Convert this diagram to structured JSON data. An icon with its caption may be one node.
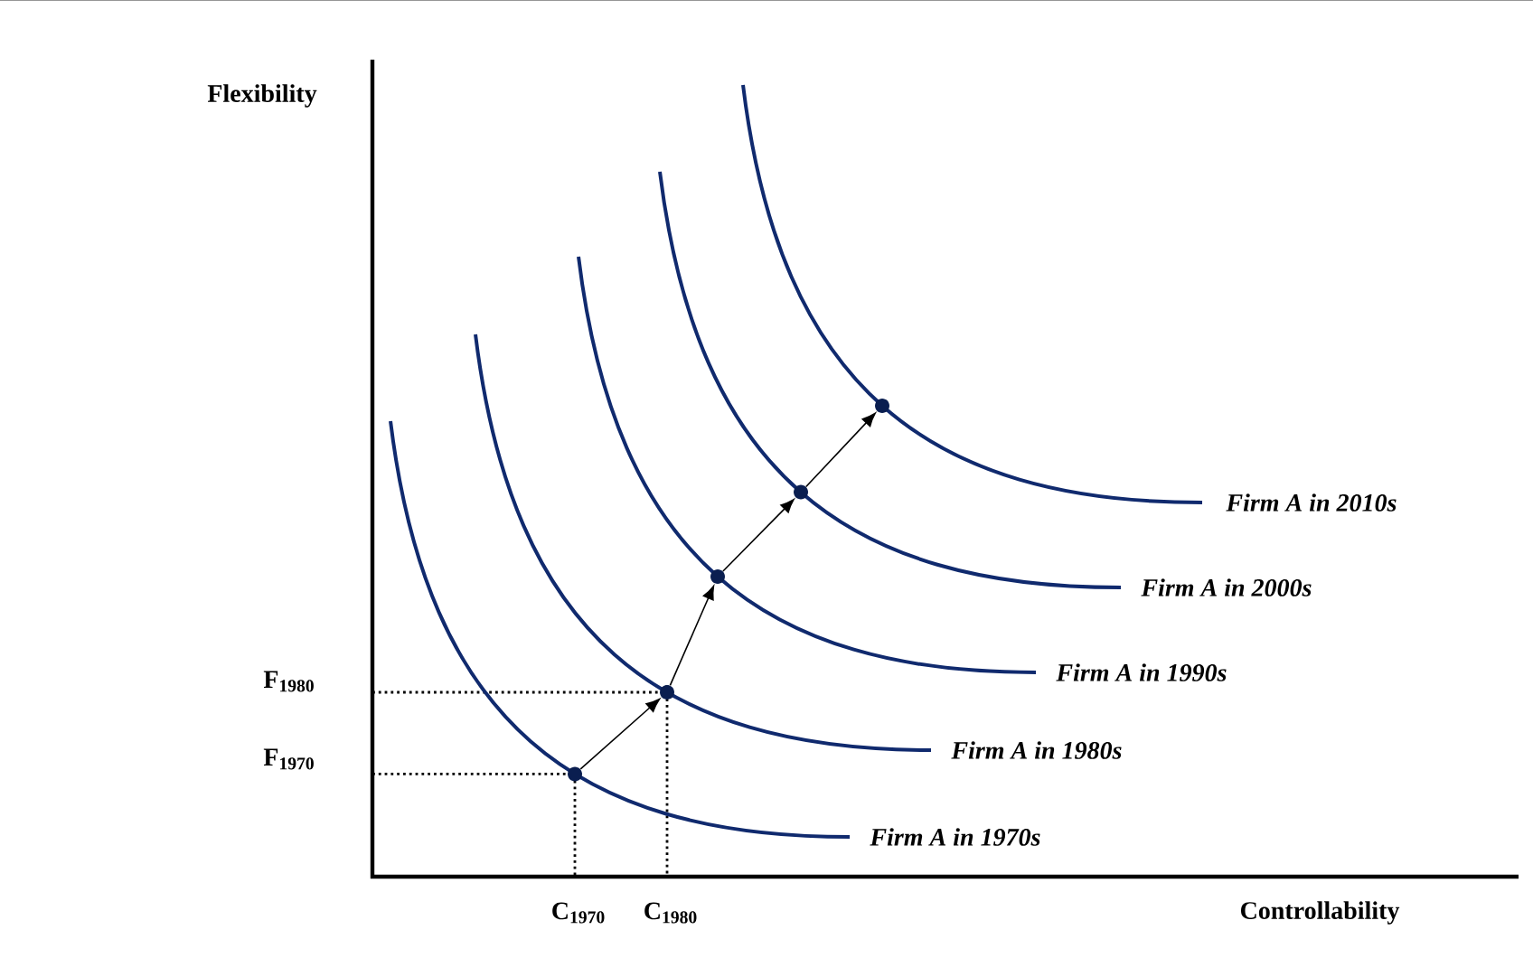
{
  "diagram": {
    "nodes": [
      {
        "text": [],
        "shape": "circle"
      },
      {
        "text": [],
        "shape": "circle"
      },
      {
        "text": [],
        "shape": "circle"
      },
      {
        "text": [],
        "shape": "circle"
      },
      {
        "text": [],
        "shape": "circle"
      }
    ],
    "edges": [
      {
        "from": 0,
        "to": 1,
        "arrow": "to"
      },
      {
        "from": 1,
        "to": 2,
        "arrow": "to"
      },
      {
        "from": 2,
        "to": 3,
        "arrow": "to"
      },
      {
        "from": 3,
        "to": 4,
        "arrow": "to"
      }
    ],
    "labels": [
      "Flexibility",
      "Firm A in 2010s",
      "Firm A in 2000s",
      "Firm A in 1990s",
      "F$_{1980}$",
      "Firm A in 1980s",
      "F$_{1970}$",
      "Firm A in 1970s",
      "C$_{1970}$",
      "C$_{1980}$",
      "Controllability"
    ]
  }
}
